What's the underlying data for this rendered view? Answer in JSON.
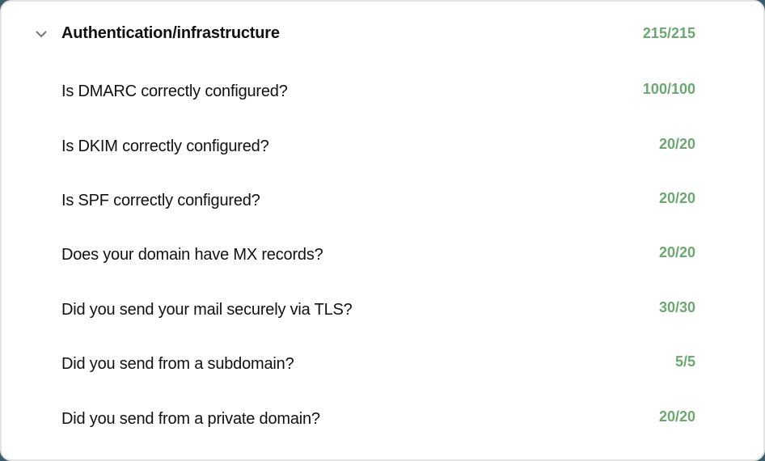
{
  "section": {
    "title": "Authentication/infrastructure",
    "score": "215/215",
    "expanded": true,
    "chevron_icon": "chevron-down-icon",
    "score_color": "#6aa86f",
    "items": [
      {
        "label": "Is DMARC correctly configured?",
        "score": "100/100"
      },
      {
        "label": "Is DKIM correctly configured?",
        "score": "20/20"
      },
      {
        "label": "Is SPF correctly configured?",
        "score": "20/20"
      },
      {
        "label": "Does your domain have MX records?",
        "score": "20/20"
      },
      {
        "label": "Did you send your mail securely via TLS?",
        "score": "30/30"
      },
      {
        "label": "Did you send from a subdomain?",
        "score": "5/5"
      },
      {
        "label": "Did you send from a private domain?",
        "score": "20/20"
      }
    ]
  }
}
